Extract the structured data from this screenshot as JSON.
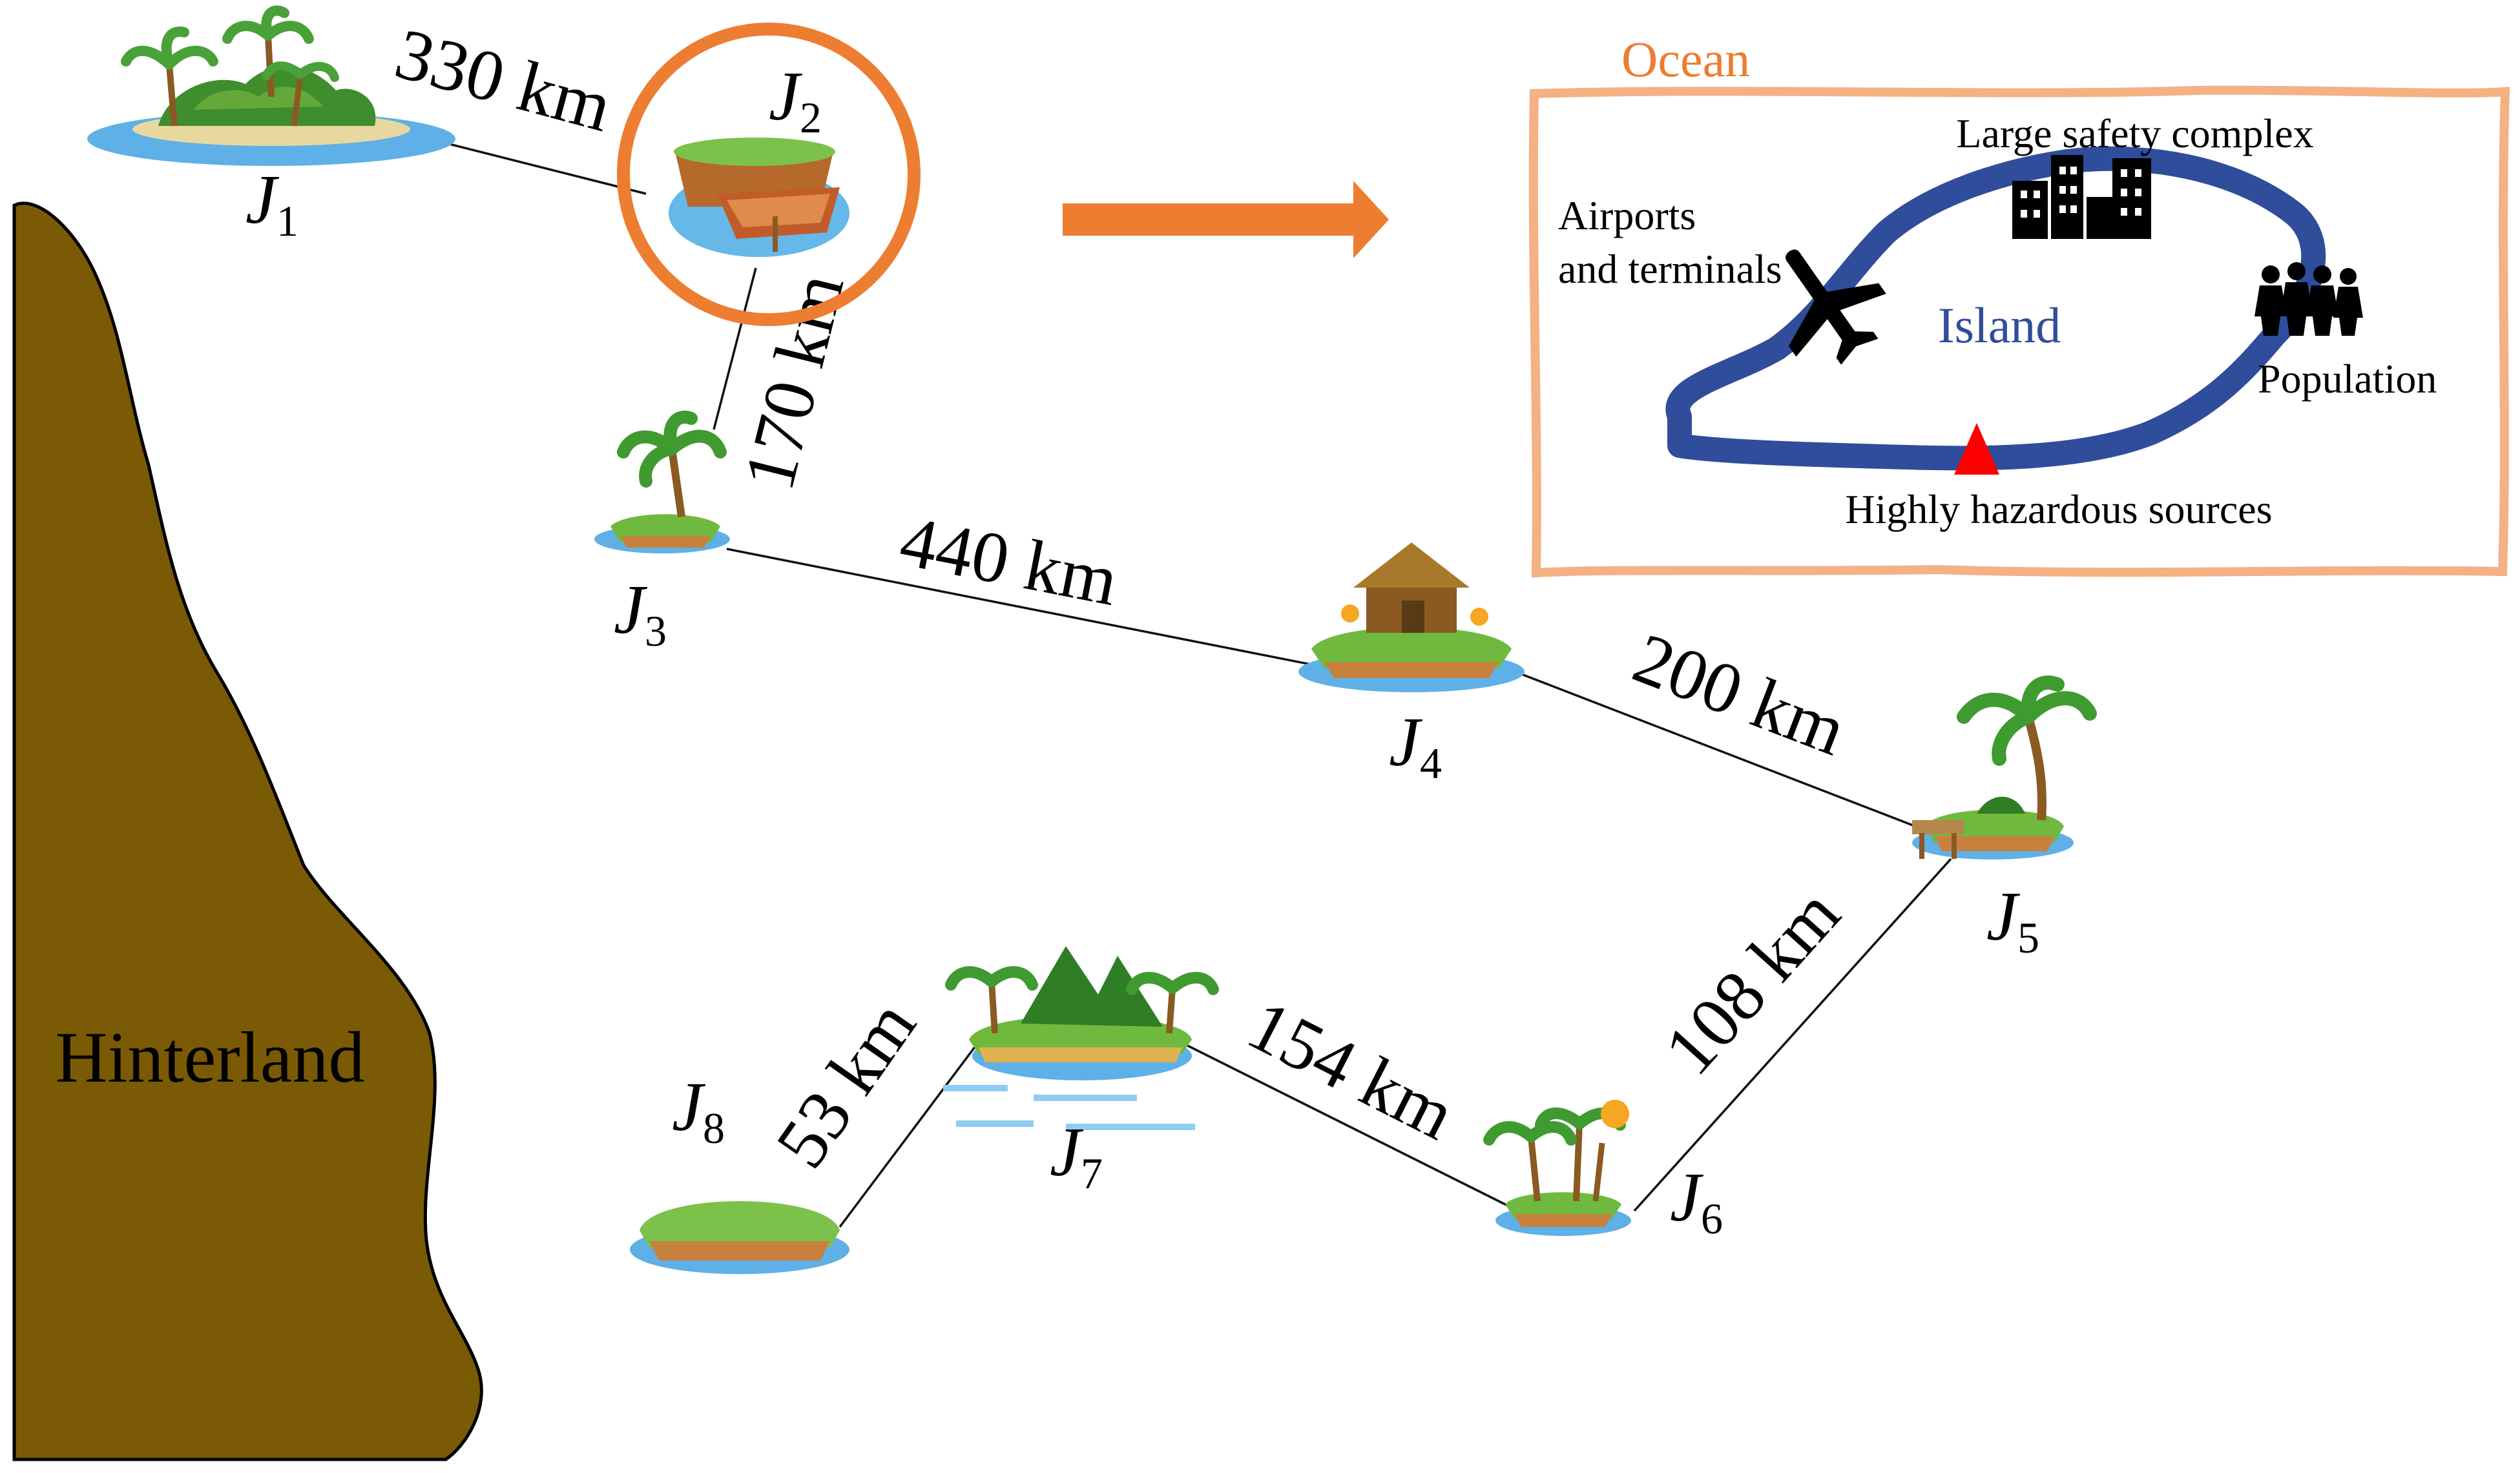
{
  "hinterland": {
    "label": "Hinterland",
    "fill": "#7a5a05"
  },
  "islands": [
    {
      "id": "J1",
      "letter": "J",
      "sub": "1"
    },
    {
      "id": "J2",
      "letter": "J",
      "sub": "2"
    },
    {
      "id": "J3",
      "letter": "J",
      "sub": "3"
    },
    {
      "id": "J4",
      "letter": "J",
      "sub": "4"
    },
    {
      "id": "J5",
      "letter": "J",
      "sub": "5"
    },
    {
      "id": "J6",
      "letter": "J",
      "sub": "6"
    },
    {
      "id": "J7",
      "letter": "J",
      "sub": "7"
    },
    {
      "id": "J8",
      "letter": "J",
      "sub": "8"
    }
  ],
  "routes": [
    {
      "from": "J1",
      "to": "J2",
      "distance": "330 km"
    },
    {
      "from": "J2",
      "to": "J3",
      "distance": "170 km"
    },
    {
      "from": "J3",
      "to": "J4",
      "distance": "440 km"
    },
    {
      "from": "J4",
      "to": "J5",
      "distance": "200 km"
    },
    {
      "from": "J5",
      "to": "J6",
      "distance": "108 km"
    },
    {
      "from": "J6",
      "to": "J7",
      "distance": "154 km"
    },
    {
      "from": "J7",
      "to": "J8",
      "distance": "53 km"
    }
  ],
  "detail": {
    "ocean_label": "Ocean",
    "island_label": "Island",
    "elements": {
      "airports": [
        "Airports",
        "and terminals"
      ],
      "safety_complex": "Large safety complex",
      "population": "Population",
      "hazard": "Highly hazardous sources"
    }
  },
  "colors": {
    "accent_orange": "#ed7d31",
    "frame_peach": "#f4b183",
    "island_outline": "#2f4d9a",
    "hazard_red": "#ff0000",
    "route_line": "#111111"
  }
}
